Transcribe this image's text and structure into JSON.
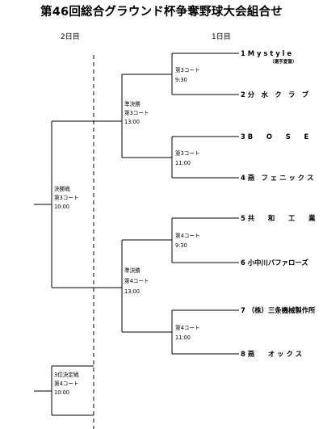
{
  "title": "第46回総合グラウンド杯争奪野球大会組合せ",
  "day_headers": {
    "day2": "2日目",
    "day1": "1日目"
  },
  "teams": [
    {
      "num": "1",
      "name": "M y s t y l e",
      "note": "（選手宣誓）"
    },
    {
      "num": "2",
      "name": "分　水　ク　ラ　ブ"
    },
    {
      "num": "3",
      "name": "B　　O　　S　　E"
    },
    {
      "num": "4",
      "name": "燕　フ ェ ニ ッ ク ス"
    },
    {
      "num": "5",
      "name": "共　　和　　工　　業"
    },
    {
      "num": "6",
      "name": "小中川バファローズ"
    },
    {
      "num": "7",
      "name": "（株）三条機械製作所"
    },
    {
      "num": "8",
      "name": "燕　　オ ッ ク ス"
    }
  ],
  "round1": [
    {
      "lines": [
        "第3コート",
        "9:30"
      ]
    },
    {
      "lines": [
        "第3コート",
        "11:00"
      ]
    },
    {
      "lines": [
        "第4コート",
        "9:30"
      ]
    },
    {
      "lines": [
        "第4コート",
        "11:00"
      ]
    }
  ],
  "semifinals": [
    {
      "lines": [
        "準決勝",
        "第3コート",
        "13:00"
      ]
    },
    {
      "lines": [
        "準決勝",
        "第4コート",
        "13:00"
      ]
    }
  ],
  "final": {
    "lines": [
      "決勝戦",
      "第3コート",
      "10:00"
    ]
  },
  "third_place": {
    "lines": [
      "3位決定戦",
      "第4コート",
      "10:00"
    ]
  }
}
